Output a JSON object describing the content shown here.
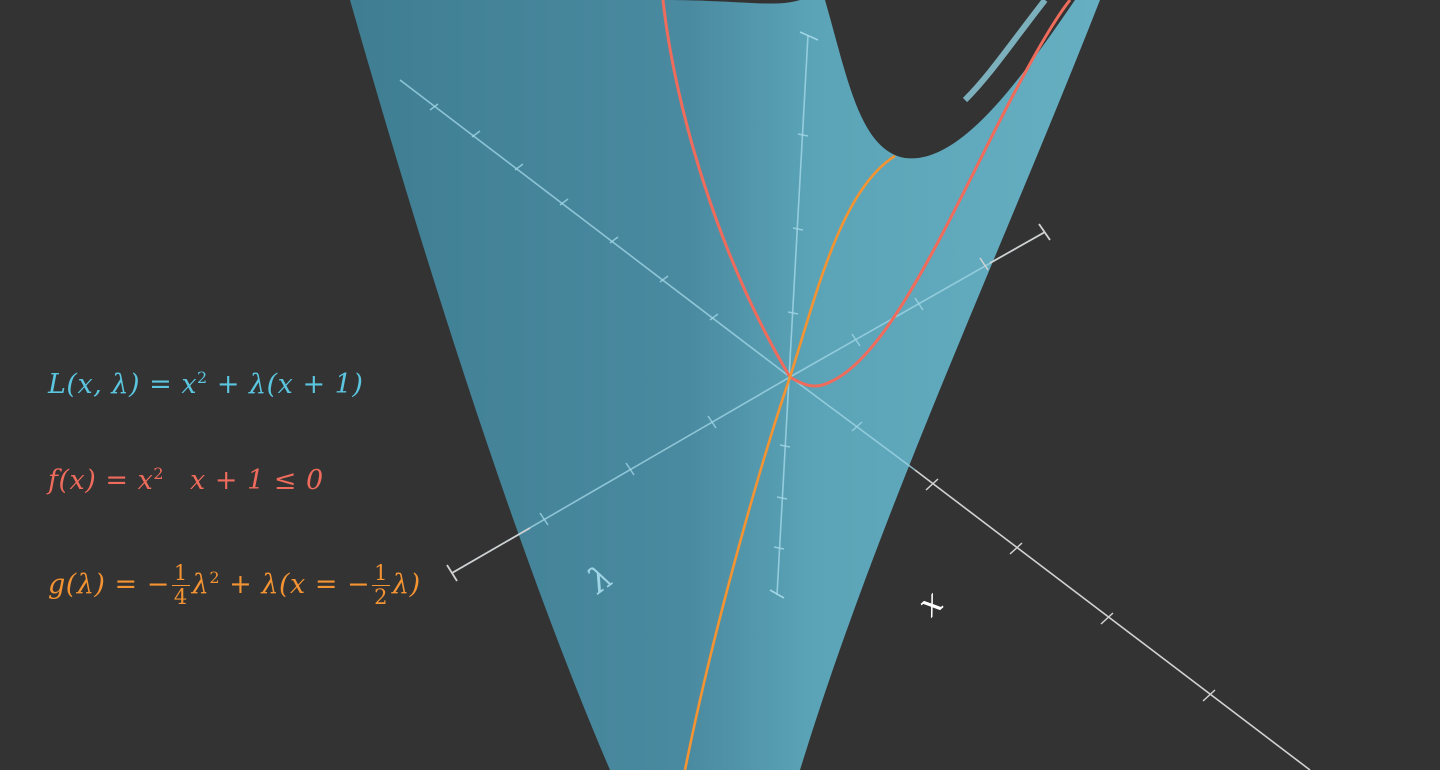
{
  "colors": {
    "background": "#333333",
    "surface": "#5aa5b9",
    "axis_light": "#9fd5e6",
    "axis_white": "#d2d2d2",
    "primal": "#ef6b5c",
    "lagrangian": "#5bc6e0",
    "dual": "#f39332"
  },
  "equations": {
    "lagrangian": {
      "lhs": "L(x, λ)",
      "eq": " = ",
      "rhs_a": "x",
      "rhs_a_exp": "2",
      "rhs_b": " + λ(x + 1)"
    },
    "primal": {
      "lhs": "f(x)",
      "eq": " = ",
      "rhs": "x",
      "rhs_exp": "2",
      "constraint": "x + 1 ≤ 0"
    },
    "dual": {
      "lhs": "g(λ)",
      "eq": " = −",
      "frac1_num": "1",
      "frac1_den": "4",
      "part1": "λ",
      "part1_exp": "2",
      "part2": " + λ(x = −",
      "frac2_num": "1",
      "frac2_den": "2",
      "part3": "λ)"
    }
  },
  "axes": {
    "x_label": "x",
    "lambda_label": "λ"
  }
}
